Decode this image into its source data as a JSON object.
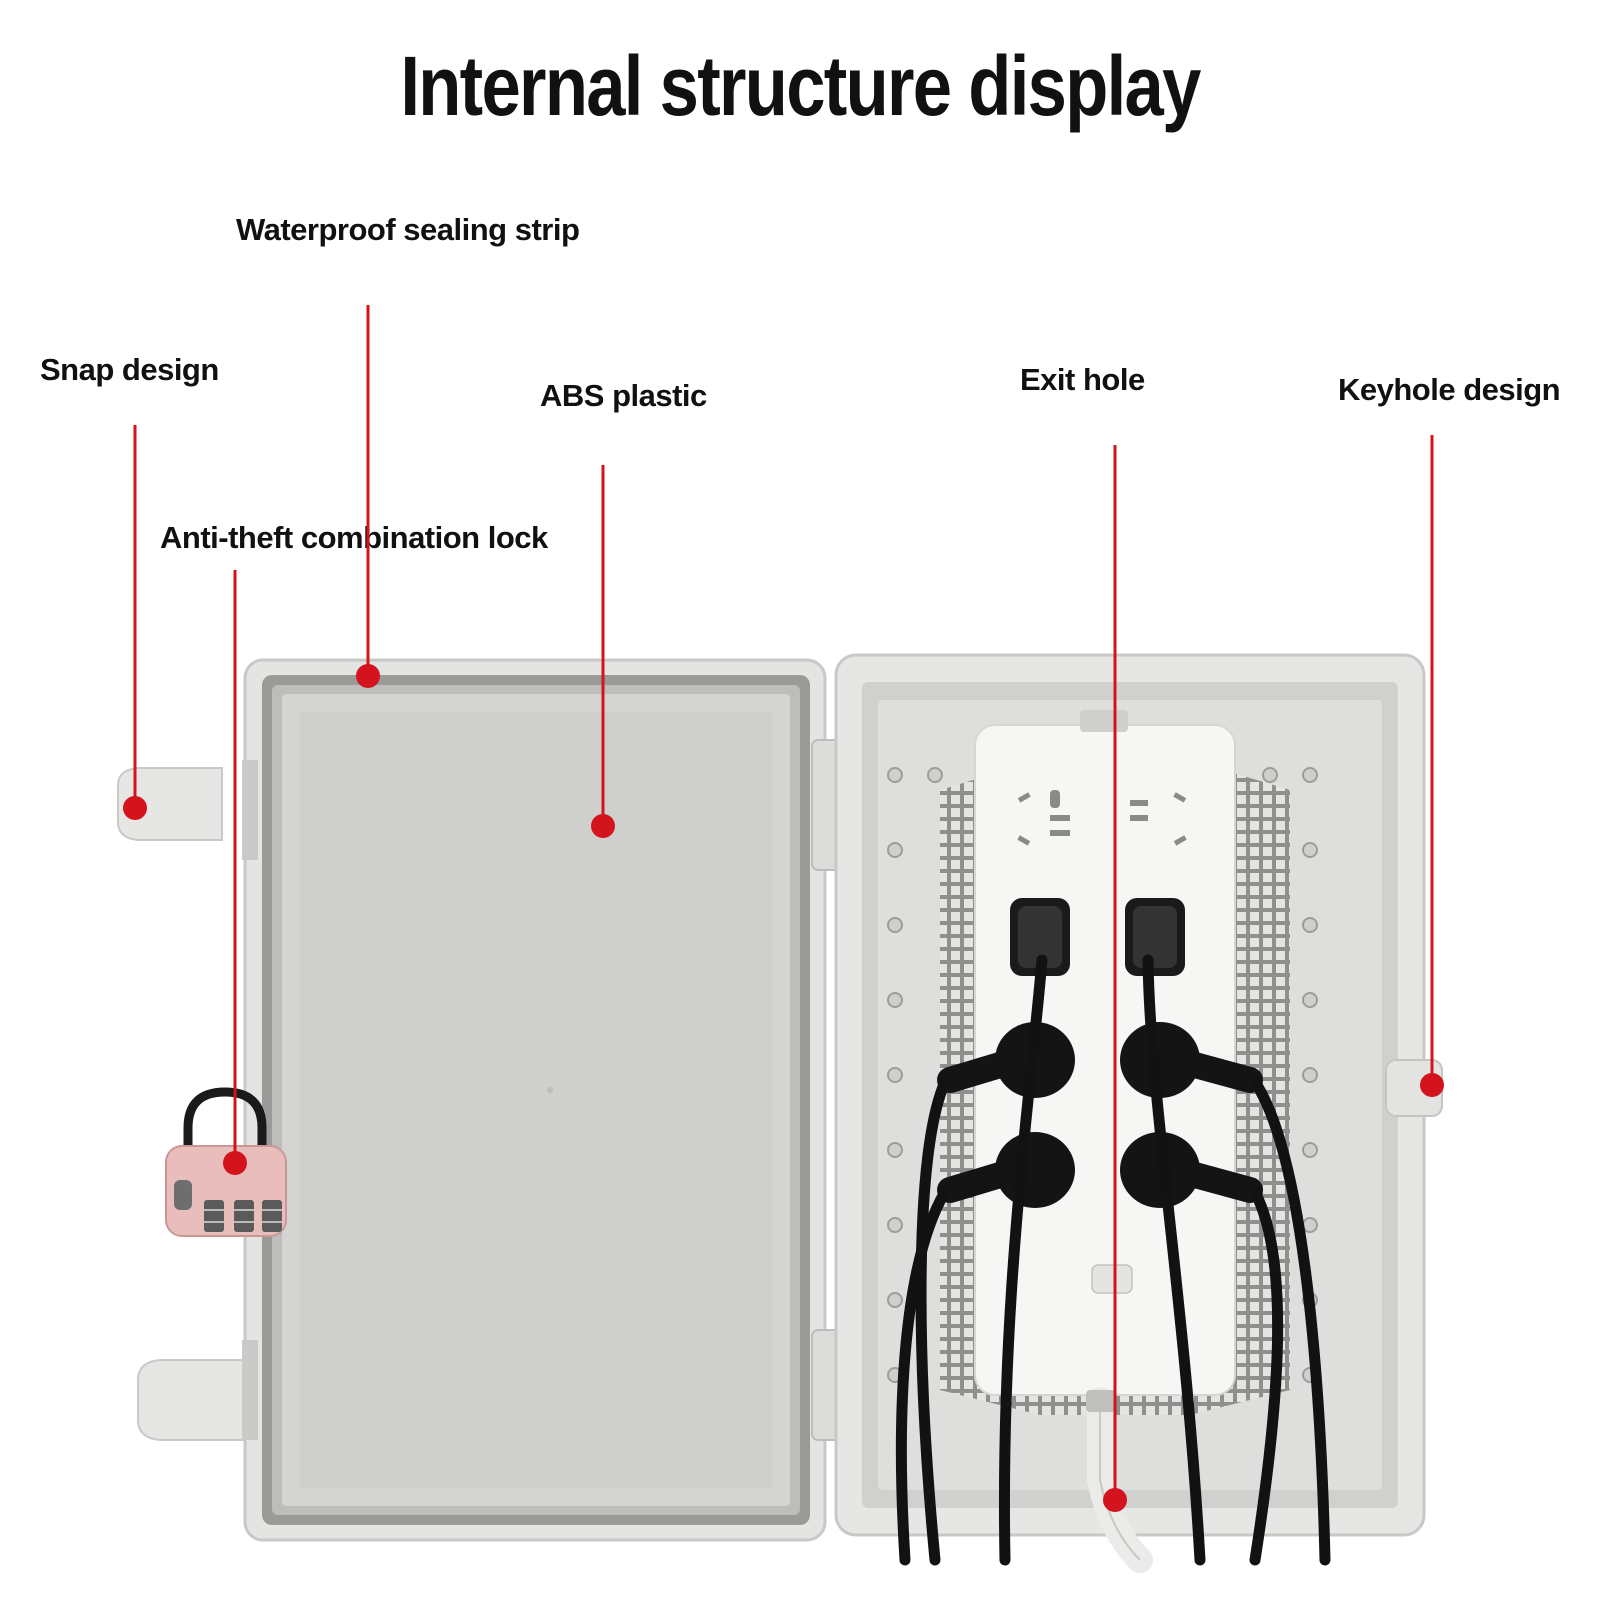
{
  "title": "Internal structure display",
  "labels": {
    "waterproof": "Waterproof sealing strip",
    "snap": "Snap design",
    "abs": "ABS plastic",
    "exit": "Exit hole",
    "keyhole": "Keyhole design",
    "lock": "Anti-theft combination lock"
  },
  "colors": {
    "callout": "#d3141c",
    "enclosure": "#e2e2e0",
    "lid_inner": "#d2d2d0",
    "gasket": "#9a9a98",
    "grid": "#8f8f8d",
    "strip": "#f6f6f4",
    "cable": "#121212",
    "lock": "#e8b9b8"
  }
}
